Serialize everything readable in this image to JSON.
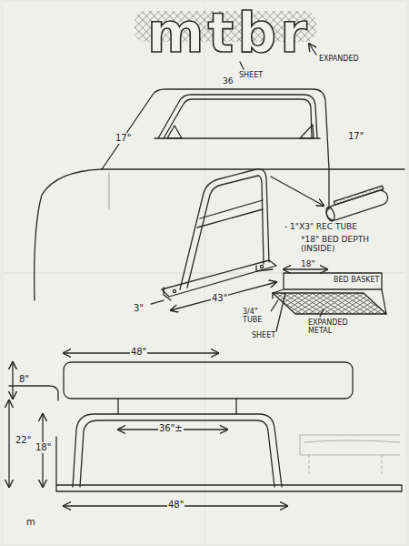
{
  "diagram": {
    "title": "mtbr",
    "labels": [
      "36",
      "SHEET",
      "EXPANDED",
      "17\"",
      "17\"",
      "- 1\"X3\" REC TUBE",
      "*18\" BED DEPTH (INSIDE)",
      "18\"",
      "BED BASKET",
      "3/4\" TUBE",
      "SHEET",
      "EXPANDED METAL",
      "43\"",
      "3\"",
      "48\"",
      "8\"",
      "22\"",
      "18\"",
      "36\"±",
      "48\"",
      "m"
    ]
  }
}
